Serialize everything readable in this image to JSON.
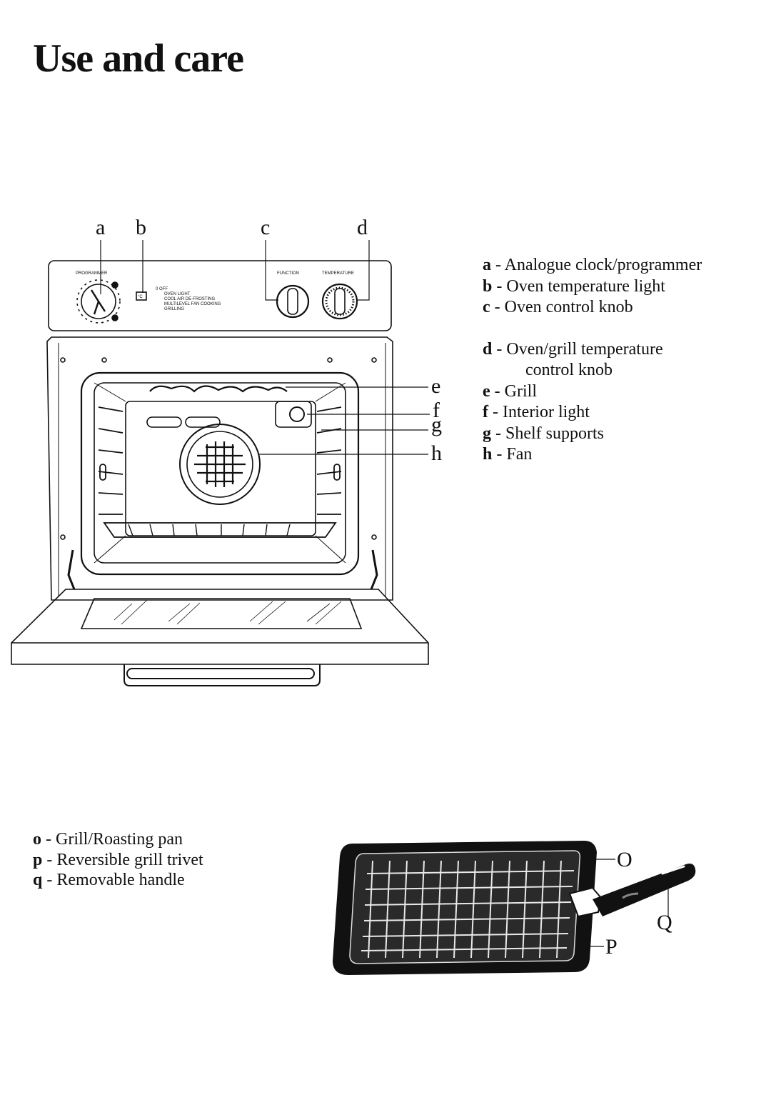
{
  "page": {
    "title": "Use and care"
  },
  "oven_diagram": {
    "callouts_top": [
      "a",
      "b",
      "c",
      "d"
    ],
    "callouts_right": [
      "e",
      "f",
      "g",
      "h"
    ],
    "panel": {
      "programmer_label": "PROGRAMMER",
      "function_label": "FUNCTION",
      "temperature_label": "TEMPERATURE",
      "temp_light_symbol": "°C",
      "function_modes": [
        "0  OFF",
        "OVEN LIGHT",
        "COOL AIR DE-FROSTING",
        "MULTILEVEL FAN COOKING",
        "GRILLING"
      ]
    }
  },
  "oven_legend": [
    {
      "key": "a",
      "text": "Analogue clock/programmer"
    },
    {
      "key": "b",
      "text": "Oven temperature light"
    },
    {
      "key": "c",
      "text": "Oven control knob"
    },
    {
      "key": "d",
      "text": "Oven/grill temperature",
      "cont": "control knob"
    },
    {
      "key": "e",
      "text": "Grill"
    },
    {
      "key": "f",
      "text": "Interior light"
    },
    {
      "key": "g",
      "text": "Shelf supports"
    },
    {
      "key": "h",
      "text": "Fan"
    }
  ],
  "pan_diagram": {
    "callouts": [
      "O",
      "Q",
      "P"
    ]
  },
  "pan_legend": [
    {
      "key": "o",
      "text": "Grill/Roasting pan"
    },
    {
      "key": "p",
      "text": "Reversible grill trivet"
    },
    {
      "key": "q",
      "text": "Removable handle"
    }
  ]
}
